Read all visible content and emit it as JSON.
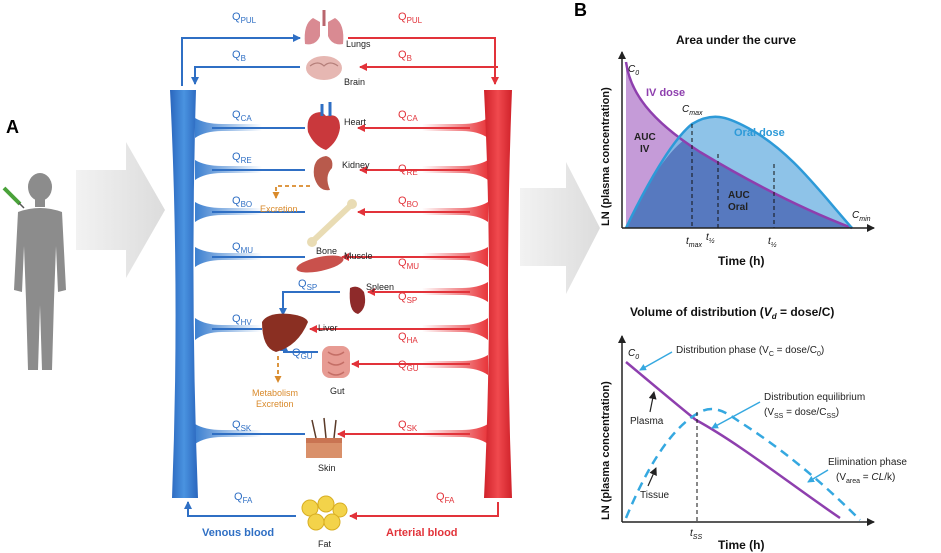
{
  "panel_labels": {
    "a": "A",
    "b": "B"
  },
  "colors": {
    "venous": "#3b7fd0",
    "arterial": "#e8353a",
    "flow_blue": "#2f6fc4",
    "flow_red": "#e2333a",
    "excretion": "#d98a2b",
    "iv": "#8e3fae",
    "oral": "#2d9ad8",
    "tissue": "#35a8e0"
  },
  "pbpk": {
    "venous_label": "Venous blood",
    "arterial_label": "Arterial blood",
    "organs": {
      "lungs": "Lungs",
      "brain": "Brain",
      "heart": "Heart",
      "kidney": "Kidney",
      "excretion": "Excretion",
      "bone": "Bone",
      "muscle": "Muscle",
      "spleen": "Spleen",
      "liver": "Liver",
      "metabolism": "Metabolism",
      "metab_excretion": "Excretion",
      "gut": "Gut",
      "skin": "Skin",
      "fat": "Fat"
    },
    "flows": {
      "pul": {
        "q": "Q",
        "sub": "PUL"
      },
      "b": {
        "q": "Q",
        "sub": "B"
      },
      "ca": {
        "q": "Q",
        "sub": "CA"
      },
      "re": {
        "q": "Q",
        "sub": "RE"
      },
      "bo": {
        "q": "Q",
        "sub": "BO"
      },
      "mu": {
        "q": "Q",
        "sub": "MU"
      },
      "sp": {
        "q": "Q",
        "sub": "SP"
      },
      "hv": {
        "q": "Q",
        "sub": "HV"
      },
      "ha": {
        "q": "Q",
        "sub": "HA"
      },
      "gu": {
        "q": "Q",
        "sub": "GU"
      },
      "sk": {
        "q": "Q",
        "sub": "SK"
      },
      "fa": {
        "q": "Q",
        "sub": "FA"
      }
    }
  },
  "auc_chart": {
    "title": "Area under the curve",
    "ylabel": "LN (plasma concentration)",
    "xlabel": "Time (h)",
    "c0": "C",
    "c0_sub": "0",
    "iv_dose": "IV dose",
    "oral_dose": "Oral dose",
    "cmax": "C",
    "cmax_sub": "max",
    "cmin": "C",
    "cmin_sub": "min",
    "auc_iv_1": "AUC",
    "auc_iv_2": "IV",
    "auc_oral_1": "AUC",
    "auc_oral_2": "Oral",
    "tmax": "t",
    "tmax_sub": "max",
    "thalf1": "t",
    "thalf1_sub": "½",
    "thalf2": "t",
    "thalf2_sub": "½"
  },
  "vd_chart": {
    "title_pre": "Volume of distribution (",
    "title_v": "V",
    "title_d": "d",
    "title_post": " = dose/C)",
    "ylabel": "LN (plasma concentration)",
    "xlabel": "Time (h)",
    "c0": "C",
    "c0_sub": "0",
    "dist_phase": "Distribution phase (V",
    "dist_phase_sub": "C",
    "dist_phase_post": " = dose/C",
    "dist_phase_sub2": "0",
    "dist_phase_end": ")",
    "dist_eq": "Distribution equilibrium",
    "dist_eq2_pre": "(V",
    "dist_eq2_sub": "SS",
    "dist_eq2_mid": " = dose/C",
    "dist_eq2_sub2": "SS",
    "dist_eq2_end": ")",
    "plasma": "Plasma",
    "tissue": "Tissue",
    "elim": "Elimination phase",
    "elim2_pre": "(V",
    "elim2_sub": "area",
    "elim2_mid": " = ",
    "elim2_cl": "CL",
    "elim2_end": "/k)",
    "tss": "t",
    "tss_sub": "SS"
  }
}
